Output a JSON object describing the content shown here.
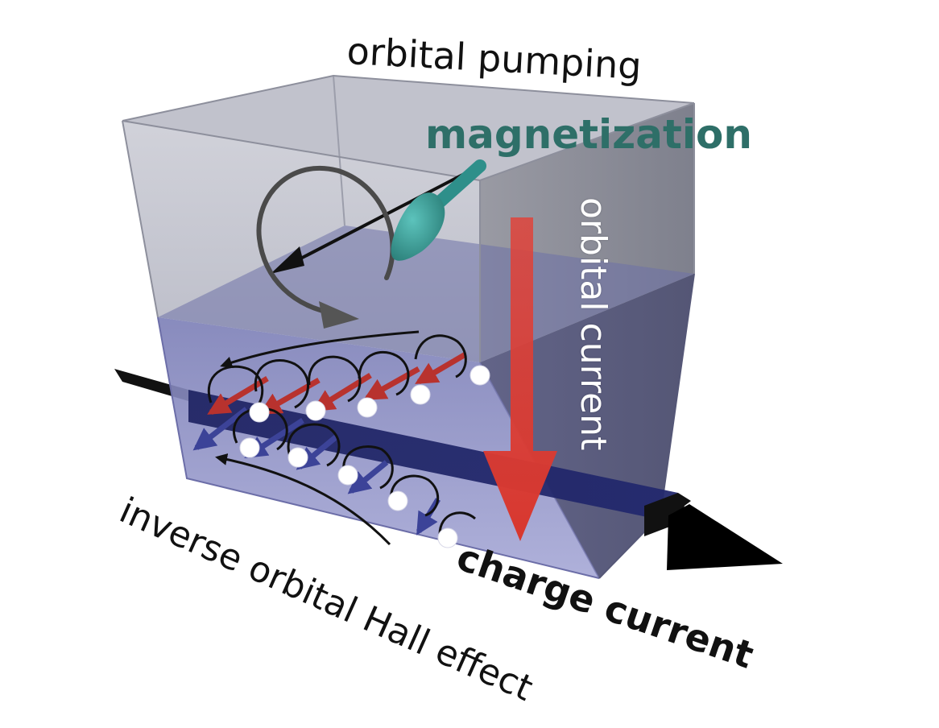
{
  "labels": {
    "orbital_pumping": "orbital pumping",
    "magnetization": "magnetization",
    "orbital_current": "orbital current",
    "charge_current": "charge current",
    "inverse_orbital_hall": "inverse orbital Hall effect"
  },
  "colors": {
    "upper_box": "#a7a9b8",
    "lower_box": "#8c8fc6",
    "magnetization": "#2e8f8a",
    "orbital_current": "#d8372e",
    "charge_current": "#111111",
    "current_band": "#1f2466",
    "red_orbital_arrows": "#b8322e",
    "blue_orbital_arrows": "#3c4398",
    "electrons": "#ffffff"
  },
  "icons": {
    "precession_arrow": "curved-arrow-icon",
    "electron": "electron-icon"
  }
}
